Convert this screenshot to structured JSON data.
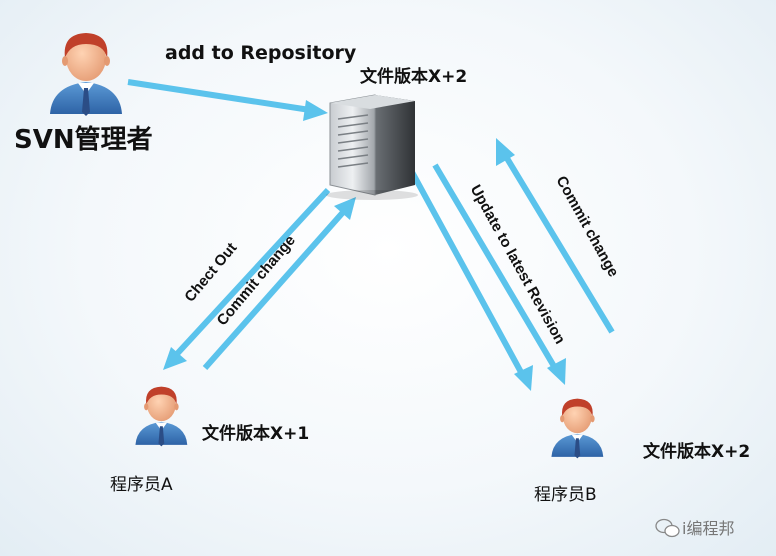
{
  "labels": {
    "admin": "SVN管理者",
    "add_repo": "add to Repository",
    "server_version": "文件版本X+2",
    "check_out": "Chect Out",
    "commit_a": "Commit change",
    "update_b": "Update to latest Revision",
    "commit_b": "Commit change",
    "dev_a": "程序员A",
    "dev_a_version": "文件版本X+1",
    "dev_b": "程序员B",
    "dev_b_version": "文件版本X+2",
    "watermark": "i编程邦"
  },
  "colors": {
    "arrow": "#5bc3ec",
    "skin": "#f2b089",
    "hair": "#c0402a",
    "shirt": "#4a86c8",
    "tie": "#2b4d86",
    "server": "#5a5e62"
  }
}
